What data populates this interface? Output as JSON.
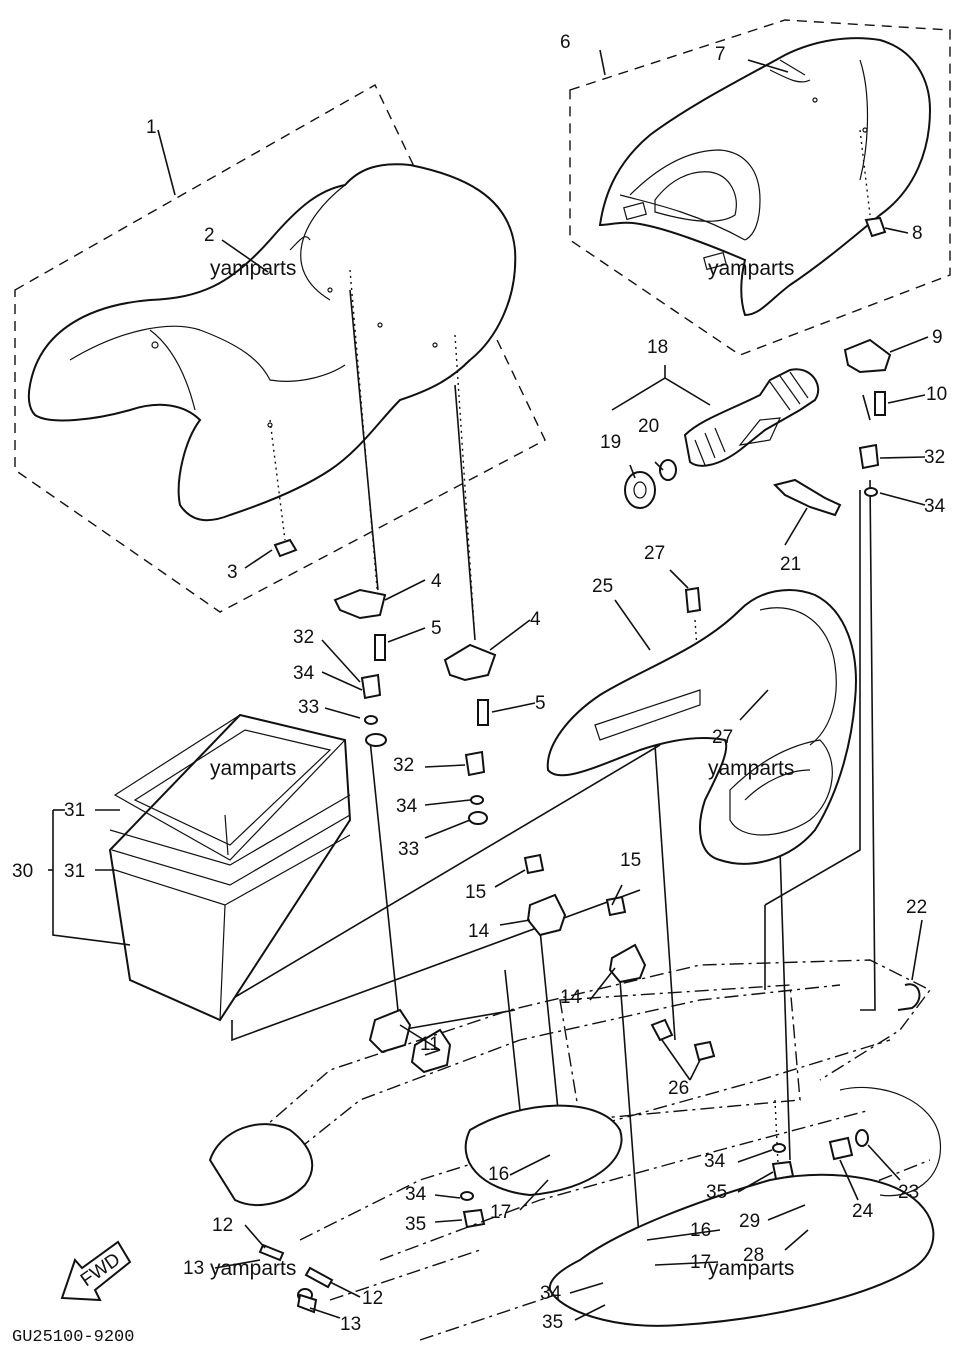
{
  "labels": {
    "l1": "1",
    "l2": "2",
    "l3": "3",
    "l4a": "4",
    "l4b": "4",
    "l5a": "5",
    "l5b": "5",
    "l6": "6",
    "l7": "7",
    "l8": "8",
    "l9": "9",
    "l10": "10",
    "l11": "11",
    "l12a": "12",
    "l12b": "12",
    "l13a": "13",
    "l13b": "13",
    "l14a": "14",
    "l14b": "14",
    "l15a": "15",
    "l15b": "15",
    "l16a": "16",
    "l16b": "16",
    "l17a": "17",
    "l17b": "17",
    "l18": "18",
    "l19": "19",
    "l20": "20",
    "l21": "21",
    "l22": "22",
    "l23": "23",
    "l24": "24",
    "l25": "25",
    "l26": "26",
    "l27a": "27",
    "l27b": "27",
    "l28": "28",
    "l29": "29",
    "l30": "30",
    "l31a": "31",
    "l31b": "31",
    "l32a": "32",
    "l32b": "32",
    "l32c": "32",
    "l33a": "33",
    "l33b": "33",
    "l34a": "34",
    "l34b": "34",
    "l34c": "34",
    "l34d": "34",
    "l34e": "34",
    "l35a": "35",
    "l35b": "35",
    "l35c": "35"
  },
  "watermarks": [
    "yamparts",
    "yamparts",
    "yamparts",
    "yamparts",
    "yamparts",
    "yamparts"
  ],
  "fwd_arrow": "FWD",
  "drawing_code": "GU25100-9200"
}
